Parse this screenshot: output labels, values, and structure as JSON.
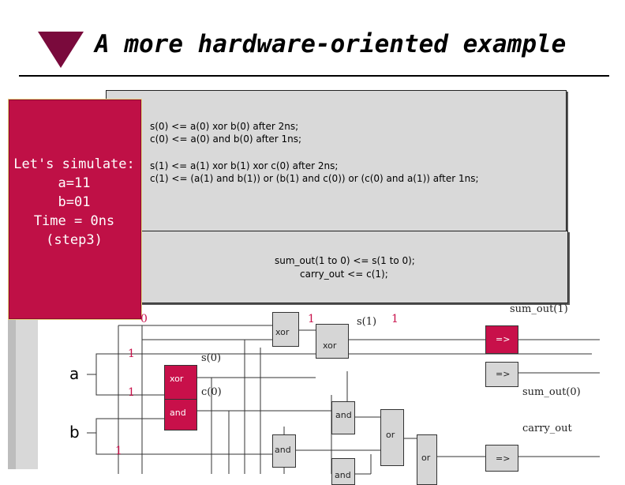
{
  "slide": {
    "title": "A more hardware-oriented example"
  },
  "code_top": {
    "lines": [
      "s(0) <= a(0) xor b(0) after 2ns;",
      "c(0) <= a(0) and b(0) after 1ns;",
      "s(1) <=  a(1) xor b(1) xor c(0) after 2ns;",
      "c(1) <= (a(1) and b(1)) or (b(1) and c(0)) or (c(0) and a(1)) after 1ns;"
    ]
  },
  "code_bottom": {
    "lines": [
      "sum_out(1 to 0) <= s(1 to 0);",
      "carry_out <= c(1);"
    ]
  },
  "sim": {
    "lines": [
      "Let's simulate:",
      "a=11",
      "b=01",
      "Time = 0ns",
      "(step3)"
    ]
  },
  "diagram": {
    "ports": {
      "a": "a",
      "b": "b"
    },
    "gates": {
      "xor1": "xor",
      "xor2": "xor",
      "xor3": "xor",
      "and1": "and",
      "and2": "and",
      "and3": "and",
      "and4": "and",
      "or1": "or",
      "or2": "or",
      "assign1": "=>",
      "assign2": "=>",
      "assign3": "=>"
    },
    "signals": {
      "s1": "s(1)",
      "s0": "s(0)",
      "c0": "c(0)",
      "sum_out1": "sum_out(1)",
      "sum_out0": "sum_out(0)",
      "carry_out": "carry_out"
    },
    "values": {
      "v_top_left": "0",
      "v_xor_out": "1",
      "v_s1": "1",
      "v_a0": "1",
      "v_b0": "1",
      "v_b1": "1"
    }
  },
  "colors": {
    "accent": "#bf1046",
    "bullet": "#7a0a3c",
    "box_fill": "#d9d9d9"
  }
}
